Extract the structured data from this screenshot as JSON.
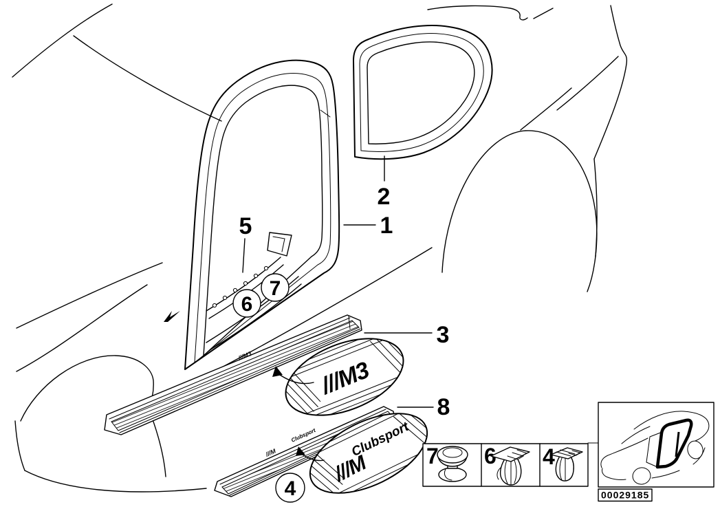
{
  "page": {
    "background": "#ffffff",
    "ink": "#000000"
  },
  "diagram": {
    "image_code": "00029185",
    "callouts": {
      "c1": "1",
      "c2": "2",
      "c3": "3",
      "c4": "4",
      "c5": "5",
      "c6": "6",
      "c7": "7",
      "c8": "8"
    },
    "badges": {
      "m3": "///M3",
      "m": "///M",
      "clubsport": "Clubsport"
    },
    "strip_marks": {
      "m3_strip": "///M3",
      "clubsport_strip_m": "///M",
      "clubsport_strip_text": "Clubsport"
    },
    "legend": {
      "items": [
        {
          "number": "7",
          "icon": "push-grommet-icon"
        },
        {
          "number": "6",
          "icon": "expanding-clip-icon"
        },
        {
          "number": "4",
          "icon": "trim-clip-icon"
        }
      ]
    }
  }
}
